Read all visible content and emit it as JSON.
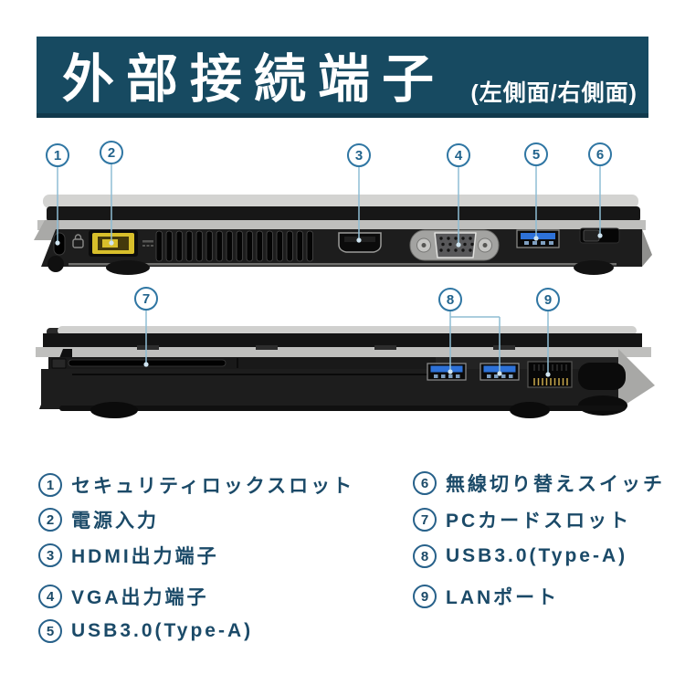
{
  "banner": {
    "title": "外部接続端子",
    "subtitle": "(左側面/右側面)"
  },
  "callouts": [
    {
      "number": "1"
    },
    {
      "number": "2"
    },
    {
      "number": "3"
    },
    {
      "number": "4"
    },
    {
      "number": "5"
    },
    {
      "number": "6"
    },
    {
      "number": "7"
    },
    {
      "number": "8"
    },
    {
      "number": "9"
    }
  ],
  "legend": {
    "left": [
      {
        "number": "1",
        "label": "セキュリティロックスロット"
      },
      {
        "number": "2",
        "label": "電源入力"
      },
      {
        "number": "3",
        "label": "HDMI出力端子"
      },
      {
        "number": "4",
        "label": "VGA出力端子"
      },
      {
        "number": "5",
        "label": "USB3.0(Type-A)"
      }
    ],
    "right": [
      {
        "number": "6",
        "label": "無線切り替えスイッチ"
      },
      {
        "number": "7",
        "label": "PCカードスロット"
      },
      {
        "number": "8",
        "label": "USB3.0(Type-A)"
      },
      {
        "number": "9",
        "label": "LANポート"
      }
    ]
  },
  "colors": {
    "banner_bg": "#174a61",
    "banner_text": "#ffffff",
    "legend_text": "#1b4a68",
    "callout_blue": "#2f76a3",
    "leader_line": "#8fbdd4",
    "usb_port_blue": "#2e72d8",
    "power_connector_yellow": "#d8bf2b",
    "lan_pins_gold": "#c9a84c"
  }
}
